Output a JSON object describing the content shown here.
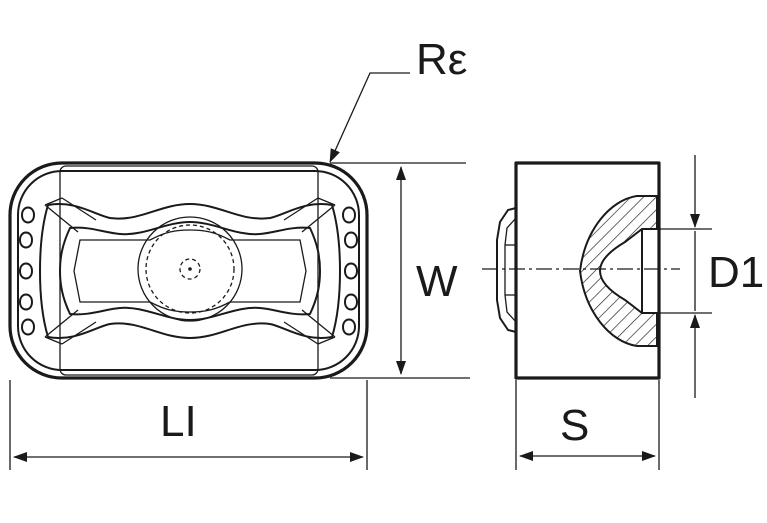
{
  "labels": {
    "corner_radius": "Rε",
    "width": "W",
    "length": "LI",
    "thickness": "S",
    "hole_diameter": "D1"
  },
  "colors": {
    "line": "#1a1a1a",
    "background": "#ffffff"
  }
}
